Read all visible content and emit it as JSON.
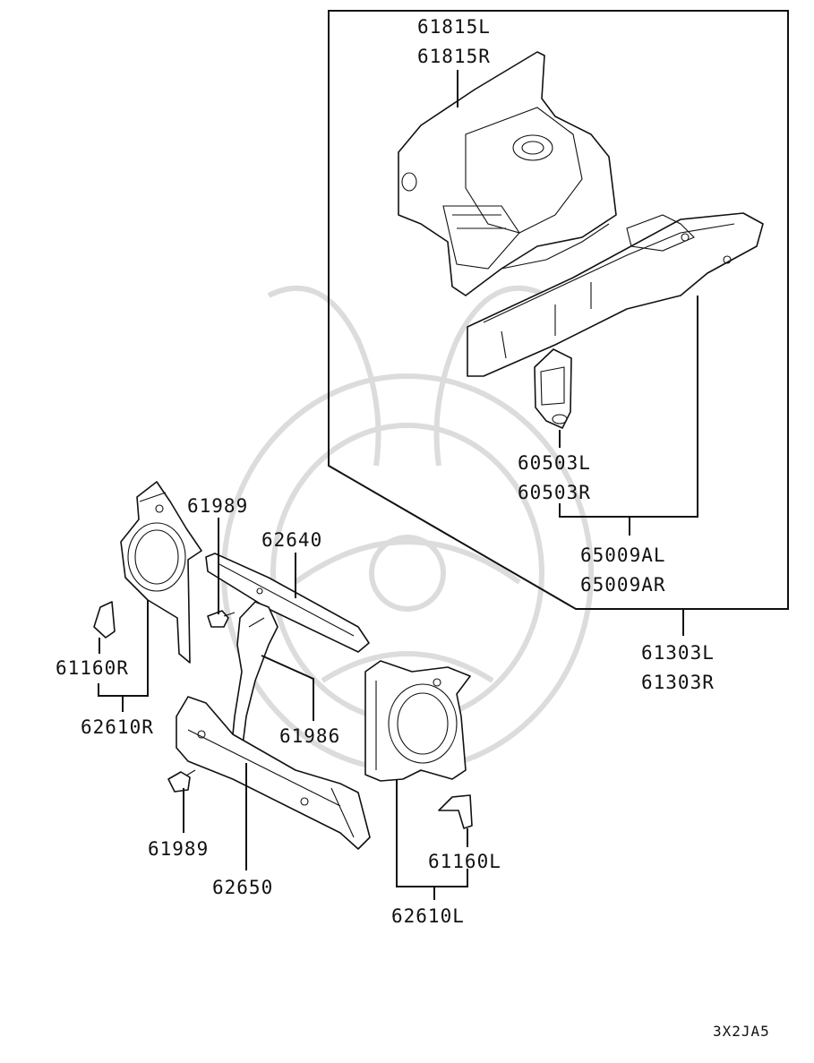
{
  "diagram_code": "3X2JA5",
  "colors": {
    "ink": "#111111",
    "watermark": "#dcdcdc",
    "background": "#ffffff"
  },
  "labels": {
    "p61815": [
      "61815L",
      "61815R"
    ],
    "p60503": [
      "60503L",
      "60503R"
    ],
    "p65009": [
      "65009AL",
      "65009AR"
    ],
    "p61303": [
      "61303L",
      "61303R"
    ],
    "p61989_top": "61989",
    "p62640": "62640",
    "p61160R": "61160R",
    "p62610R": "62610R",
    "p61986": "61986",
    "p61989_bottom": "61989",
    "p62650": "62650",
    "p61160L": "61160L",
    "p62610L": "62610L"
  }
}
